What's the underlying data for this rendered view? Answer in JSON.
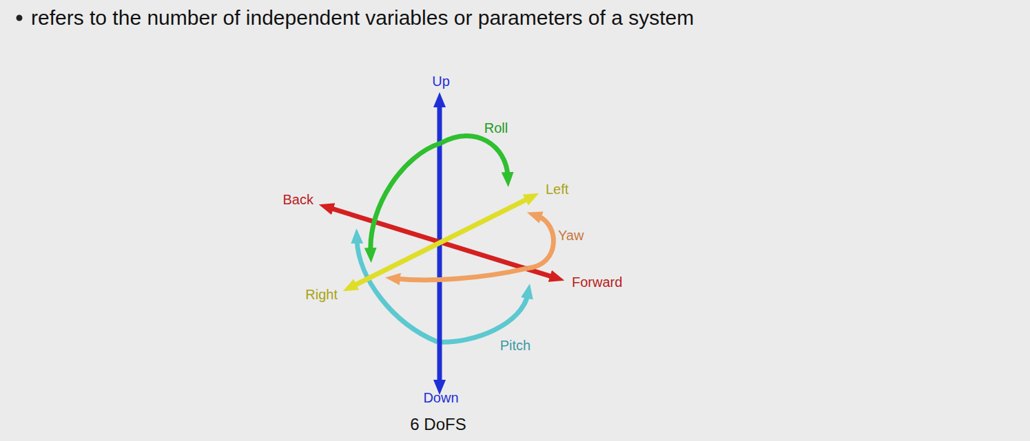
{
  "diagram": {
    "caption": "6 DoFS",
    "labels": [
      "refers to the number of independent variables or parameters of a system",
      "Up",
      "Roll",
      "Left",
      "Back",
      "Yaw",
      "Forward",
      "Right",
      "Pitch",
      "Down"
    ]
  }
}
